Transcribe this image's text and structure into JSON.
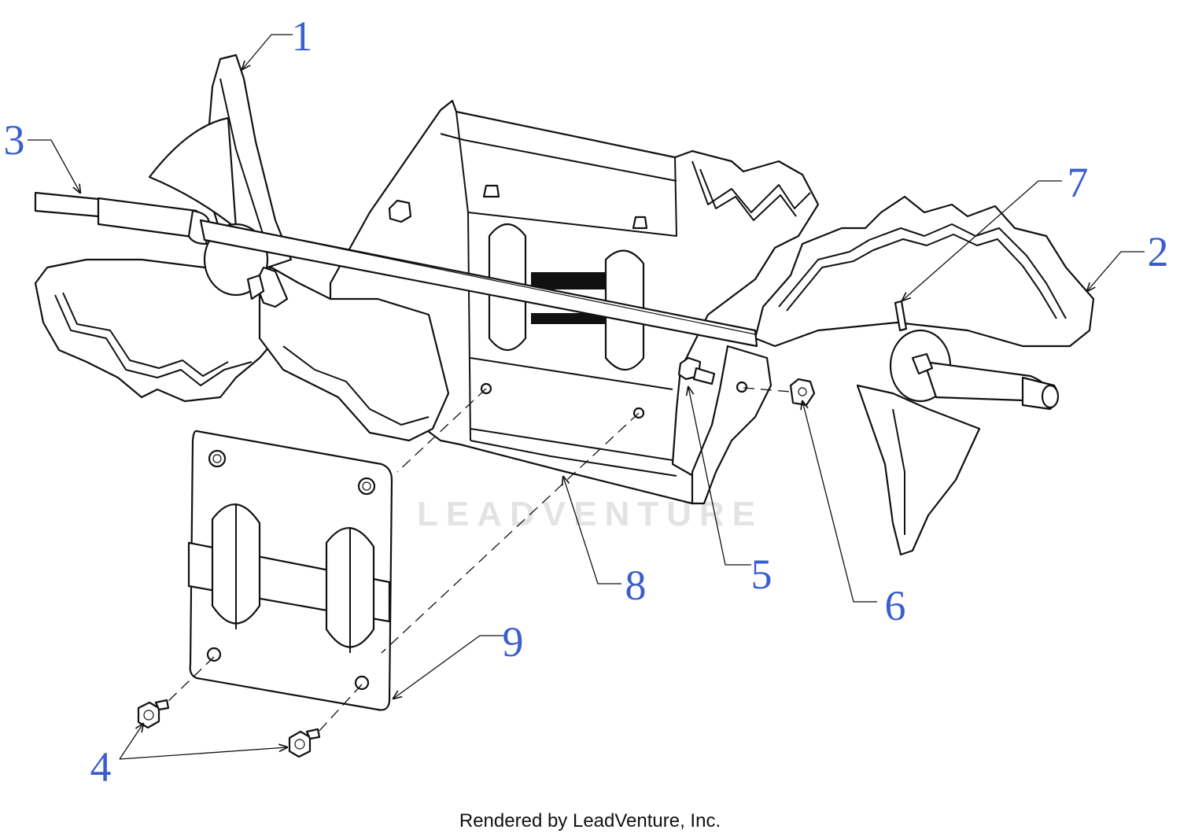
{
  "diagram": {
    "callouts": [
      "1",
      "2",
      "3",
      "4",
      "5",
      "6",
      "7",
      "8",
      "9"
    ],
    "callout_color": "#3a5fcd",
    "line_color": "#111111"
  },
  "watermark": {
    "text": "LEADVENTURE",
    "color": "#e3e3e3"
  },
  "footer": {
    "text": "Rendered by LeadVenture, Inc."
  }
}
